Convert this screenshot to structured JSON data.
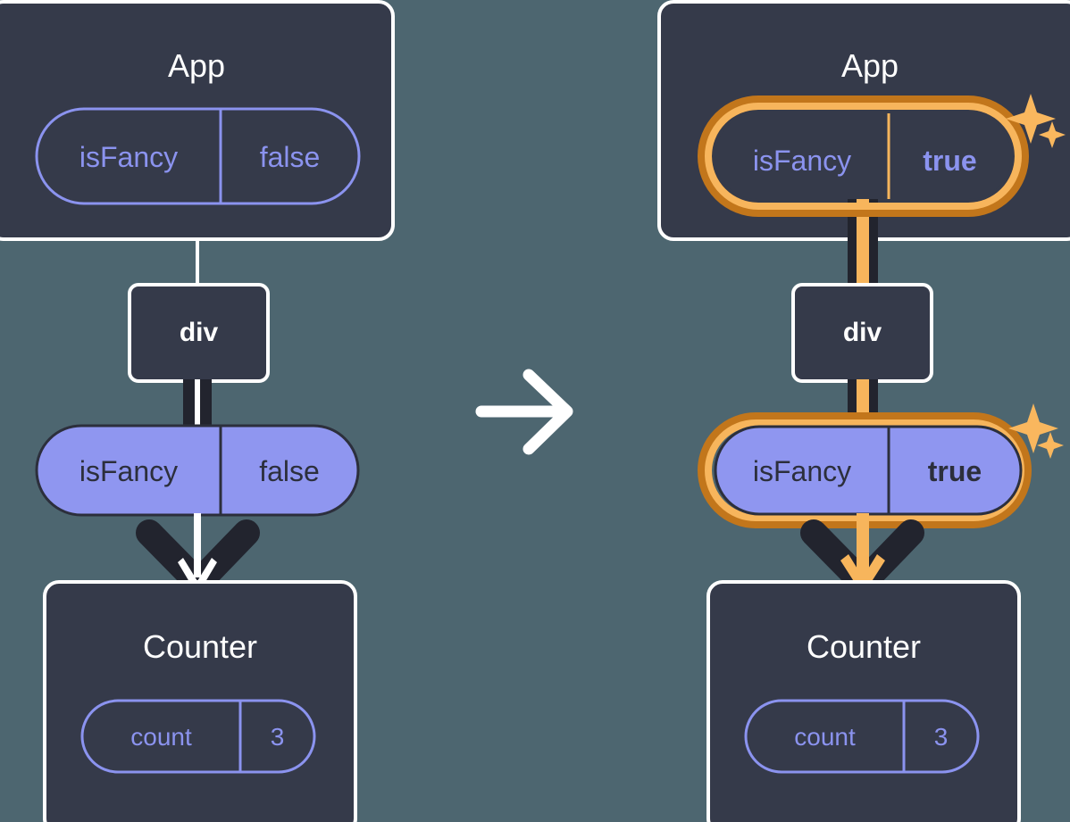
{
  "diagram": {
    "type": "react-state-propagation",
    "background_color": "#4d6670",
    "arrow_between_panels": "right-arrow-icon",
    "panels": [
      {
        "id": "before",
        "side": "left",
        "app": {
          "title": "App",
          "state_pill": {
            "style": "outline",
            "name": "isFancy",
            "value": "false",
            "highlighted": false
          }
        },
        "div": {
          "title": "div"
        },
        "prop_pill": {
          "style": "filled",
          "name": "isFancy",
          "value": "false",
          "highlighted": false
        },
        "counter": {
          "title": "Counter",
          "state_pill": {
            "style": "outline",
            "name": "count",
            "value": "3",
            "highlighted": false
          }
        }
      },
      {
        "id": "after",
        "side": "right",
        "app": {
          "title": "App",
          "state_pill": {
            "style": "outline",
            "name": "isFancy",
            "value": "true",
            "highlighted": true
          }
        },
        "div": {
          "title": "div"
        },
        "prop_pill": {
          "style": "filled",
          "name": "isFancy",
          "value": "true",
          "highlighted": true
        },
        "counter": {
          "title": "Counter",
          "state_pill": {
            "style": "outline",
            "name": "count",
            "value": "3",
            "highlighted": false
          }
        }
      }
    ],
    "colors": {
      "background": "#4d6670",
      "box_fill": "#353a4a",
      "box_stroke": "#ffffff",
      "pill_outline_stroke": "#8b93ef",
      "pill_fill": "#8f96f0",
      "pill_fill_stroke": "#2c2f3c",
      "pill_text_outline": "#8b93ef",
      "pill_text_filled": "#2c2f3c",
      "edge_dark": "#22242e",
      "edge_white": "#ffffff",
      "highlight_outer": "#c2761b",
      "highlight_inner": "#f7b55c",
      "sparkle": "#f9b75e",
      "title_text": "#ffffff"
    },
    "sparkles": [
      {
        "panel": "after",
        "near": "app-state-pill",
        "count": 2
      },
      {
        "panel": "after",
        "near": "prop-pill",
        "count": 2
      }
    ]
  }
}
